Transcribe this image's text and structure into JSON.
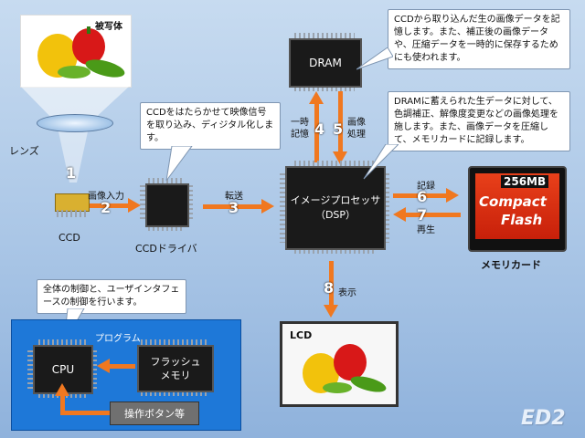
{
  "labels": {
    "subject": "被写体",
    "lens": "レンズ",
    "ccd": "CCD",
    "ccd_driver": "CCDドライバ",
    "dram": "DRAM",
    "dsp_line1": "イメージプロセッサ",
    "dsp_line2": "（DSP）",
    "memory_card": "メモリカード",
    "lcd": "LCD",
    "program": "プログラム",
    "cpu": "CPU",
    "flash_line1": "フラッシュ",
    "flash_line2": "メモリ",
    "buttons": "操作ボタン等",
    "card_capacity": "256MB",
    "card_brand_1": "Compact",
    "card_brand_2": "Flash",
    "logo": "ED2"
  },
  "steps": {
    "s1": "1",
    "s2": "2",
    "s2_label": "画像入力",
    "s3": "3",
    "s3_label": "転送",
    "s4": "4",
    "s4_label": "一時記憶",
    "s5": "5",
    "s5_label": "画像処理",
    "s6": "6",
    "s6_label": "記録",
    "s7": "7",
    "s7_label": "再生",
    "s8": "8",
    "s8_label": "表示"
  },
  "callouts": {
    "dram": "CCDから取り込んだ生の画像データを記憶します。また、補正後の画像データや、圧縮データを一時的に保存するためにも使われます。",
    "ccd_driver": "CCDをはたらかせて映像信号を取り込み、ディジタル化します。",
    "dsp": "DRAMに蓄えられた生データに対して、色調補正、解像度変更などの画像処理を施します。また、画像データを圧縮して、メモリカードに記録します。",
    "cpu": "全体の制御と、ユーザインタフェースの制御を行います。"
  },
  "colors": {
    "arrow": "#f07820",
    "panel": "#1e78d8",
    "chip": "#1a1a1a"
  }
}
